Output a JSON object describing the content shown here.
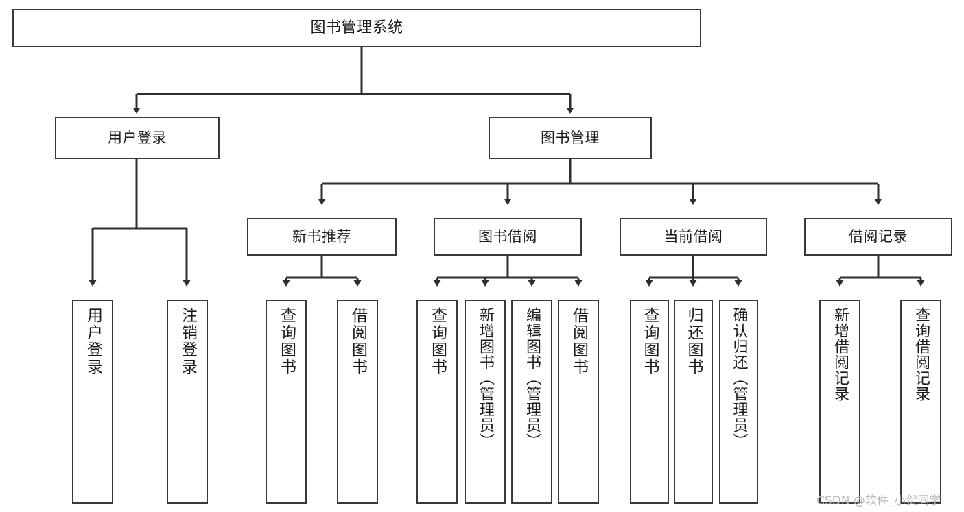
{
  "diagram": {
    "type": "hierarchy-tree",
    "title": "图书管理系统",
    "watermark": "CSDN @软件_小贺同学",
    "colors": {
      "box_border": "#3a3a3a",
      "connector": "#2e2e2e",
      "background": "#ffffff",
      "text": "#1b1b1b",
      "watermark": "#b9b9b9"
    },
    "levels": {
      "root": {
        "label": "图书管理系统"
      },
      "level2": [
        {
          "label": "用户登录"
        },
        {
          "label": "图书管理"
        }
      ],
      "level3": [
        {
          "label": "新书推荐"
        },
        {
          "label": "图书借阅"
        },
        {
          "label": "当前借阅"
        },
        {
          "label": "借阅记录"
        }
      ]
    },
    "leaves": {
      "user_login": [
        {
          "label": "用户登录"
        },
        {
          "label": "注销登录"
        }
      ],
      "new_book_recommend": [
        {
          "label": "查询图书"
        },
        {
          "label": "借阅图书"
        }
      ],
      "book_borrow": [
        {
          "label": "查询图书"
        },
        {
          "label": "新增图书（管理员）"
        },
        {
          "label": "编辑图书（管理员）"
        },
        {
          "label": "借阅图书"
        }
      ],
      "current_borrow": [
        {
          "label": "查询图书"
        },
        {
          "label": "归还图书"
        },
        {
          "label": "确认归还（管理员）"
        }
      ],
      "borrow_record": [
        {
          "label": "新增借阅记录"
        },
        {
          "label": "查询借阅记录"
        }
      ]
    }
  }
}
